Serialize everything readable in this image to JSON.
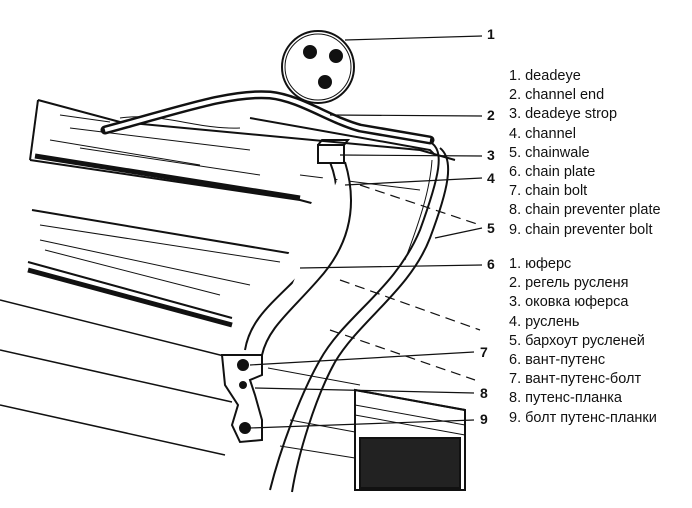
{
  "callouts": [
    "1",
    "2",
    "3",
    "4",
    "5",
    "6",
    "7",
    "8",
    "9"
  ],
  "legend_en": [
    "1. deadeye",
    "2. channel end",
    "3. deadeye strop",
    "4. channel",
    "5. chainwale",
    "6. chain plate",
    "7. chain bolt",
    "8. chain preventer plate",
    "9. chain preventer bolt"
  ],
  "legend_ru": [
    "1. юферс",
    "2. регель русленя",
    "3. оковка юферса",
    "4. руслень",
    "5. бархоут русленей",
    "6. вант-путенс",
    "7. вант-путенс-болт",
    "8. путенс-планка",
    "9. болт путенс-планки"
  ],
  "colors": {
    "ink": "#111111",
    "paper": "#ffffff"
  }
}
